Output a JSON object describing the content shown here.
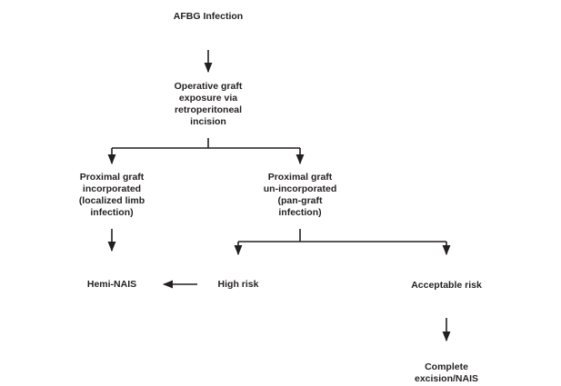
{
  "nodes": {
    "root": [
      "AFBG Infection"
    ],
    "operative": [
      "Operative graft",
      "exposure via",
      "retroperitoneal",
      "incision"
    ],
    "incorporated": [
      "Proximal graft",
      "incorporated",
      "(localized limb",
      "infection)"
    ],
    "unincorporated": [
      "Proximal graft",
      "un-incorporated",
      "(pan-graft",
      "infection)"
    ],
    "hemi": [
      "Hemi-NAIS"
    ],
    "high": [
      "High risk"
    ],
    "acceptable": [
      "Acceptable risk"
    ],
    "complete": [
      "Complete",
      "excision/NAIS"
    ]
  },
  "colors": {
    "ink": "#231f20"
  }
}
